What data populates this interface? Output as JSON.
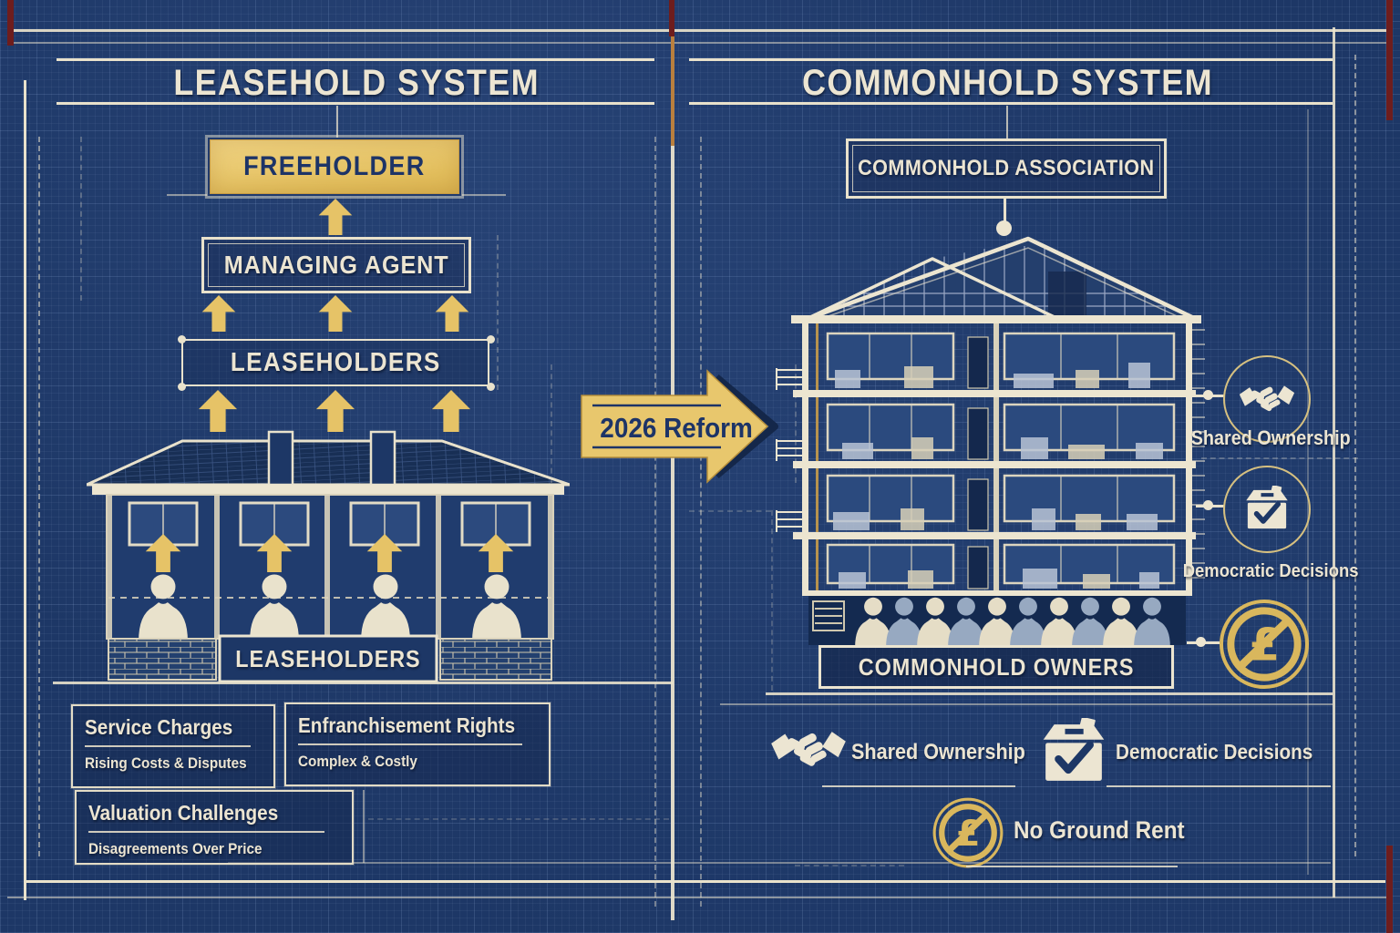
{
  "left_panel": {
    "title": "LEASEHOLD SYSTEM",
    "freeholder_label": "FREEHOLDER",
    "managing_agent_label": "MANAGING AGENT",
    "leaseholders_label": "LEASEHOLDERS",
    "building_banner_label": "LEASEHOLDERS",
    "person_count": 4,
    "issues": [
      {
        "title": "Service Charges",
        "subtitle": "Rising Costs & Disputes"
      },
      {
        "title": "Enfranchisement Rights",
        "subtitle": "Complex & Costly"
      },
      {
        "title": "Valuation Challenges",
        "subtitle": "Disagreements Over Price"
      }
    ]
  },
  "center": {
    "reform_arrow_label": "2026 Reform"
  },
  "right_panel": {
    "title": "COMMONHOLD SYSTEM",
    "association_label": "COMMONHOLD ASSOCIATION",
    "owners_banner_label": "COMMONHOLD OWNERS",
    "person_count": 10,
    "side_callouts": [
      {
        "icon": "handshake-icon",
        "label": "Shared Ownership"
      },
      {
        "icon": "ballot-box-icon",
        "label": "Democratic Decisions"
      },
      {
        "icon": "no-ground-rent-icon",
        "label": ""
      }
    ],
    "benefits": [
      {
        "icon": "handshake-icon",
        "label": "Shared Ownership"
      },
      {
        "icon": "ballot-box-icon",
        "label": "Democratic Decisions"
      },
      {
        "icon": "no-ground-rent-icon",
        "label": "No Ground Rent"
      }
    ]
  },
  "colors": {
    "background_navy": "#1d3766",
    "line_cream": "#ece5d0",
    "accent_gold": "#e8c76d",
    "text_navy": "#1d3467",
    "accent_red": "#6e1d1d"
  }
}
